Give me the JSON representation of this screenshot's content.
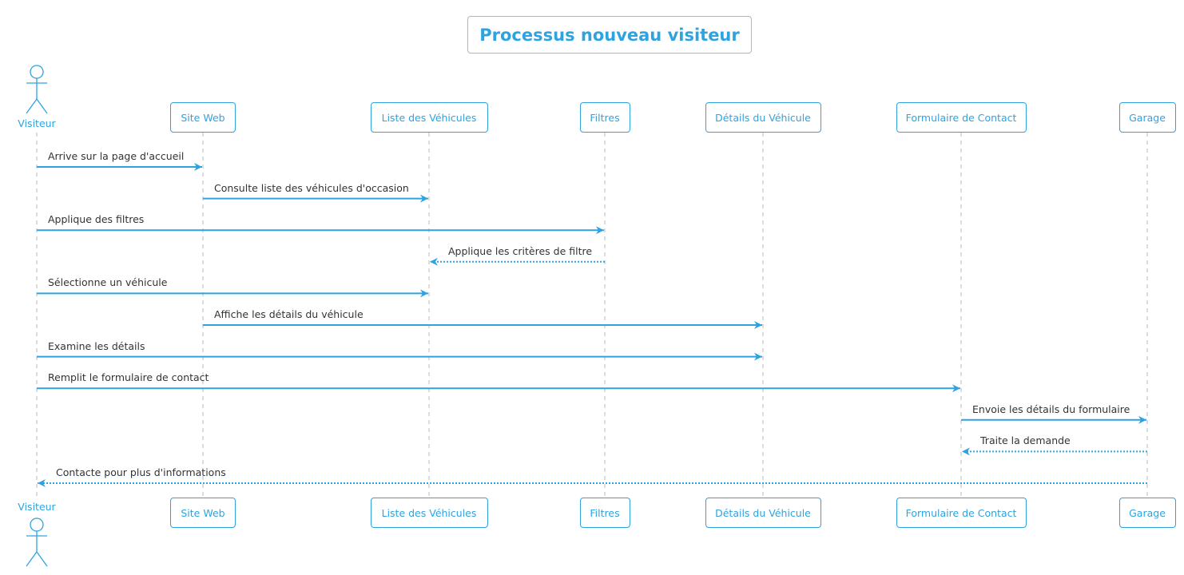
{
  "title": "Processus nouveau visiteur",
  "colors": {
    "accent": "#2ea3e0",
    "text": "#333333",
    "lifeline": "#b8b8b8",
    "title_border": "#b5b5b5"
  },
  "participants": [
    {
      "id": "visiteur",
      "label": "Visiteur",
      "kind": "actor"
    },
    {
      "id": "site",
      "label": "Site Web",
      "kind": "box"
    },
    {
      "id": "liste",
      "label": "Liste des Véhicules",
      "kind": "box"
    },
    {
      "id": "filtres",
      "label": "Filtres",
      "kind": "box"
    },
    {
      "id": "details",
      "label": "Détails du Véhicule",
      "kind": "box"
    },
    {
      "id": "form",
      "label": "Formulaire de Contact",
      "kind": "box"
    },
    {
      "id": "garage",
      "label": "Garage",
      "kind": "box"
    }
  ],
  "messages": [
    {
      "from": "visiteur",
      "to": "site",
      "label": "Arrive sur la page d'accueil",
      "style": "solid"
    },
    {
      "from": "site",
      "to": "liste",
      "label": "Consulte liste des véhicules d'occasion",
      "style": "solid"
    },
    {
      "from": "visiteur",
      "to": "filtres",
      "label": "Applique des filtres",
      "style": "solid"
    },
    {
      "from": "filtres",
      "to": "liste",
      "label": "Applique les critères de filtre",
      "style": "dotted"
    },
    {
      "from": "visiteur",
      "to": "liste",
      "label": "Sélectionne un véhicule",
      "style": "solid"
    },
    {
      "from": "site",
      "to": "details",
      "label": "Affiche les détails du véhicule",
      "style": "solid"
    },
    {
      "from": "visiteur",
      "to": "details",
      "label": "Examine les détails",
      "style": "solid"
    },
    {
      "from": "visiteur",
      "to": "form",
      "label": "Remplit le formulaire de contact",
      "style": "solid"
    },
    {
      "from": "form",
      "to": "garage",
      "label": "Envoie les détails du formulaire",
      "style": "solid"
    },
    {
      "from": "garage",
      "to": "form",
      "label": "Traite la demande",
      "style": "dotted"
    },
    {
      "from": "garage",
      "to": "visiteur",
      "label": "Contacte pour plus d'informations",
      "style": "dotted"
    }
  ]
}
